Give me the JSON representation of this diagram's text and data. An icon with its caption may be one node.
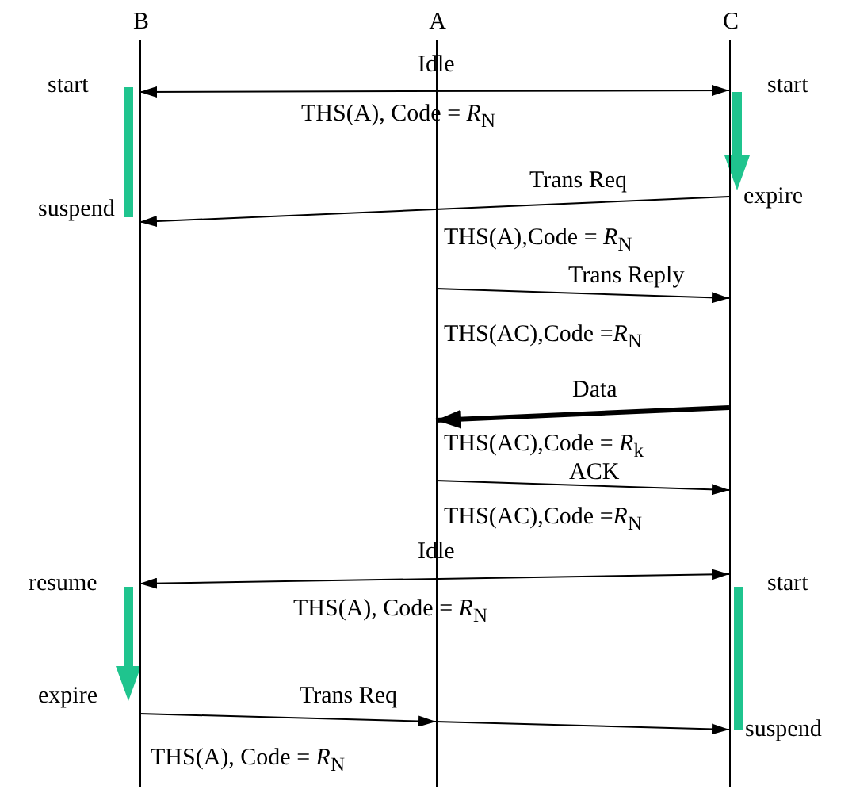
{
  "diagram": {
    "nodes": [
      {
        "text": [
          "B"
        ]
      },
      {
        "text": [
          "A"
        ]
      },
      {
        "text": [
          "C"
        ]
      }
    ],
    "edges": [
      {
        "from": 0,
        "to": 2,
        "arrow": "both",
        "label": "Idle"
      },
      {
        "from": 2,
        "to": 0,
        "arrow": "to",
        "label": "Trans Req"
      },
      {
        "from": 1,
        "to": 2,
        "arrow": "to",
        "label": "Trans Reply"
      },
      {
        "from": 2,
        "to": 1,
        "arrow": "to",
        "label": "Data",
        "style": "thick"
      },
      {
        "from": 1,
        "to": 2,
        "arrow": "to",
        "label": "ACK"
      },
      {
        "from": 0,
        "to": 2,
        "arrow": "both",
        "label": "Idle"
      },
      {
        "from": 0,
        "to": 2,
        "arrow": "to",
        "label": "Trans Req"
      }
    ],
    "labels": [
      "start",
      "start",
      "THS(A), Code = *R*$_{N}$",
      "expire",
      "suspend",
      "THS(A),Code = *R*$_{N}$",
      "THS(AC),Code =*R*$_{N}$",
      "THS(AC),Code = *R*$_{k}$",
      "THS(AC),Code =*R*$_{N}$",
      "resume",
      "start",
      "THS(A), Code = *R*$_{N}$",
      "expire",
      "suspend",
      "THS(A), Code = *R*$_{N}$"
    ]
  }
}
